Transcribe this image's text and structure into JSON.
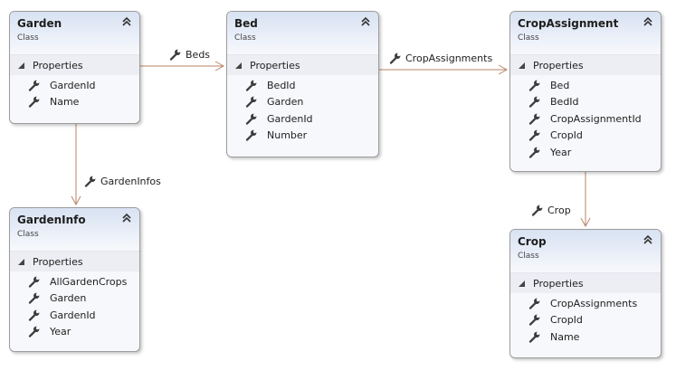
{
  "colors": {
    "connector": "#b98465",
    "header_gradient_top": "#d8e2f2",
    "box_background": "#f7f8fb",
    "border": "#9c9c9c"
  },
  "icons": {
    "property": "wrench-icon",
    "collapse": "double-chevron-up-icon",
    "section_toggle": "triangle-expander-icon"
  },
  "classes": {
    "garden": {
      "name": "Garden",
      "kind": "Class",
      "section": "Properties",
      "members": [
        "GardenId",
        "Name"
      ]
    },
    "bed": {
      "name": "Bed",
      "kind": "Class",
      "section": "Properties",
      "members": [
        "BedId",
        "Garden",
        "GardenId",
        "Number"
      ]
    },
    "crop_assignment": {
      "name": "CropAssignment",
      "kind": "Class",
      "section": "Properties",
      "members": [
        "Bed",
        "BedId",
        "CropAssignmentId",
        "CropId",
        "Year"
      ]
    },
    "garden_info": {
      "name": "GardenInfo",
      "kind": "Class",
      "section": "Properties",
      "members": [
        "AllGardenCrops",
        "Garden",
        "GardenId",
        "Year"
      ]
    },
    "crop": {
      "name": "Crop",
      "kind": "Class",
      "section": "Properties",
      "members": [
        "CropAssignments",
        "CropId",
        "Name"
      ]
    }
  },
  "associations": {
    "beds": "Beds",
    "crop_assignments": "CropAssignments",
    "garden_infos": "GardenInfos",
    "crop": "Crop"
  }
}
